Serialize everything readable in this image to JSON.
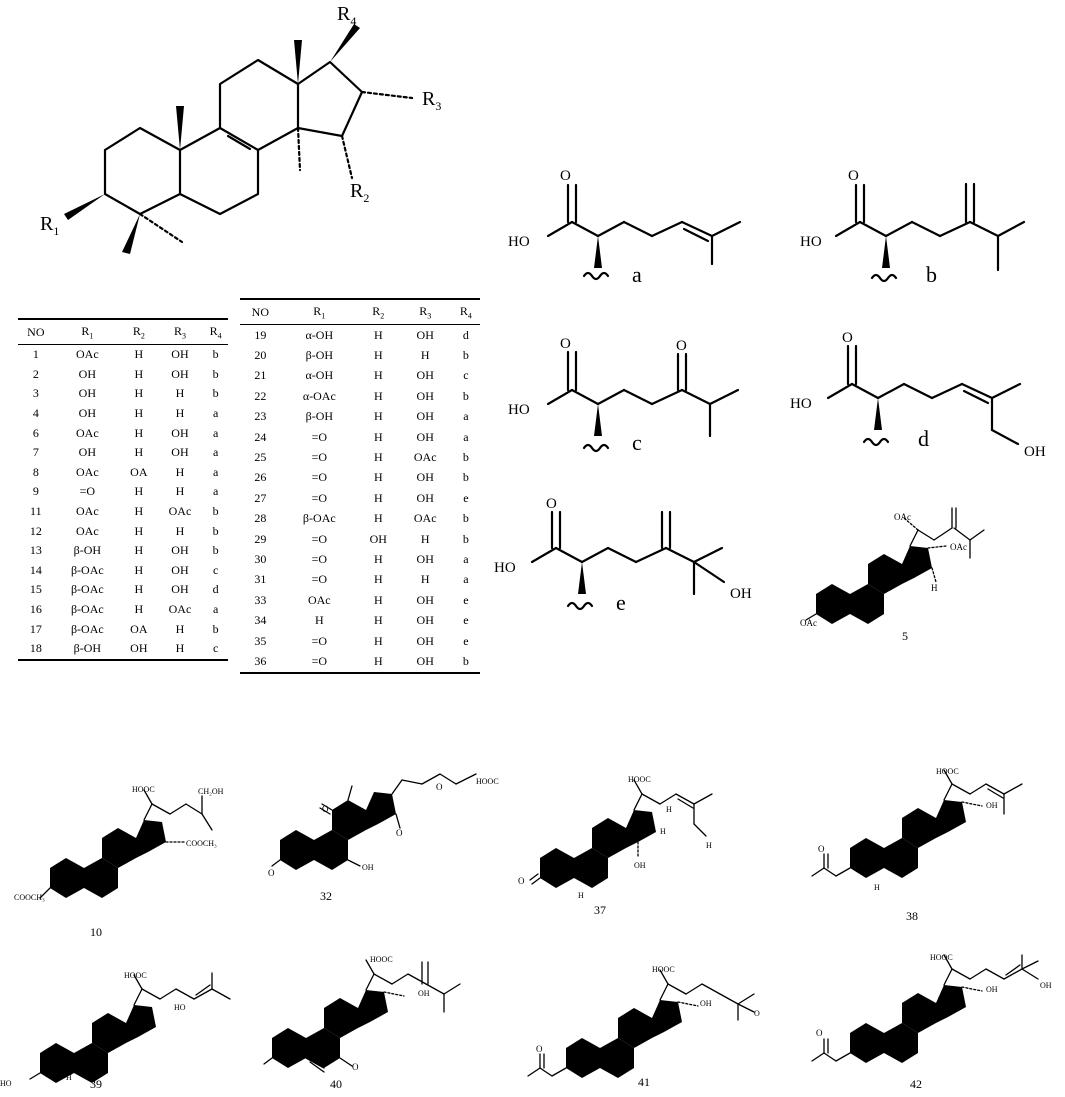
{
  "core": {
    "substituents": [
      "R1",
      "R2",
      "R3",
      "R4"
    ]
  },
  "table1": {
    "headers": [
      "NO",
      "R1",
      "R2",
      "R3",
      "R4"
    ],
    "rows": [
      [
        "1",
        "OAc",
        "H",
        "OH",
        "b"
      ],
      [
        "2",
        "OH",
        "H",
        "OH",
        "b"
      ],
      [
        "3",
        "OH",
        "H",
        "H",
        "b"
      ],
      [
        "4",
        "OH",
        "H",
        "H",
        "a"
      ],
      [
        "6",
        "OAc",
        "H",
        "OH",
        "a"
      ],
      [
        "7",
        "OH",
        "H",
        "OH",
        "a"
      ],
      [
        "8",
        "OAc",
        "OA",
        "H",
        "a"
      ],
      [
        "9",
        "=O",
        "H",
        "H",
        "a"
      ],
      [
        "11",
        "OAc",
        "H",
        "OAc",
        "b"
      ],
      [
        "12",
        "OAc",
        "H",
        "H",
        "b"
      ],
      [
        "13",
        "β-OH",
        "H",
        "OH",
        "b"
      ],
      [
        "14",
        "β-OAc",
        "H",
        "OH",
        "c"
      ],
      [
        "15",
        "β-OAc",
        "H",
        "OH",
        "d"
      ],
      [
        "16",
        "β-OAc",
        "H",
        "OAc",
        "a"
      ],
      [
        "17",
        "β-OAc",
        "OA",
        "H",
        "b"
      ],
      [
        "18",
        "β-OH",
        "OH",
        "H",
        "c"
      ]
    ]
  },
  "table2": {
    "headers": [
      "NO",
      "R1",
      "R2",
      "R3",
      "R4"
    ],
    "rows": [
      [
        "19",
        "α-OH",
        "H",
        "OH",
        "d"
      ],
      [
        "20",
        "β-OH",
        "H",
        "H",
        "b"
      ],
      [
        "21",
        "α-OH",
        "H",
        "OH",
        "c"
      ],
      [
        "22",
        "α-OAc",
        "H",
        "OH",
        "b"
      ],
      [
        "23",
        "β-OH",
        "H",
        "OH",
        "a"
      ],
      [
        "24",
        "=O",
        "H",
        "OH",
        "a"
      ],
      [
        "25",
        "=O",
        "H",
        "OAc",
        "b"
      ],
      [
        "26",
        "=O",
        "H",
        "OH",
        "b"
      ],
      [
        "27",
        "=O",
        "H",
        "OH",
        "e"
      ],
      [
        "28",
        "β-OAc",
        "H",
        "OAc",
        "b"
      ],
      [
        "29",
        "=O",
        "OH",
        "H",
        "b"
      ],
      [
        "30",
        "=O",
        "H",
        "OH",
        "a"
      ],
      [
        "31",
        "=O",
        "H",
        "H",
        "a"
      ],
      [
        "33",
        "OAc",
        "H",
        "OH",
        "e"
      ],
      [
        "34",
        "H",
        "H",
        "OH",
        "e"
      ],
      [
        "35",
        "=O",
        "H",
        "OH",
        "e"
      ],
      [
        "36",
        "=O",
        "H",
        "OH",
        "b"
      ]
    ]
  },
  "side_chains": {
    "a": {
      "label": "a",
      "texts": [
        "O",
        "HO"
      ]
    },
    "b": {
      "label": "b",
      "texts": [
        "O",
        "HO"
      ]
    },
    "c": {
      "label": "c",
      "texts": [
        "O",
        "HO",
        "O"
      ]
    },
    "d": {
      "label": "d",
      "texts": [
        "O",
        "HO",
        "OH"
      ]
    },
    "e": {
      "label": "e",
      "texts": [
        "O",
        "HO",
        "OH"
      ]
    }
  },
  "compounds": {
    "c5": {
      "number": "5",
      "texts": [
        "OAc",
        "OAc",
        "OAc",
        "H"
      ]
    },
    "c10": {
      "number": "10",
      "texts": [
        "HOOC",
        "CH2OH",
        "COOCH3",
        "COOCH3"
      ]
    },
    "c32": {
      "number": "32",
      "texts": [
        "O",
        "O",
        "O",
        "OH",
        "O",
        "HOOC",
        "O"
      ]
    },
    "c37": {
      "number": "37",
      "texts": [
        "HOOC",
        "H",
        "H",
        "H",
        "OH",
        "H",
        "O"
      ]
    },
    "c38": {
      "number": "38",
      "texts": [
        "HOOC",
        "OH",
        "O",
        "H"
      ]
    },
    "c39": {
      "number": "39",
      "texts": [
        "HOOC",
        "HO",
        "HO",
        "H"
      ]
    },
    "c40": {
      "number": "40",
      "texts": [
        "HOOC",
        "OH",
        "O"
      ]
    },
    "c41": {
      "number": "41",
      "texts": [
        "HOOC",
        "OH",
        "O",
        "O"
      ]
    },
    "c42": {
      "number": "42",
      "texts": [
        "HOOC",
        "OH",
        "OH",
        "O"
      ]
    }
  }
}
